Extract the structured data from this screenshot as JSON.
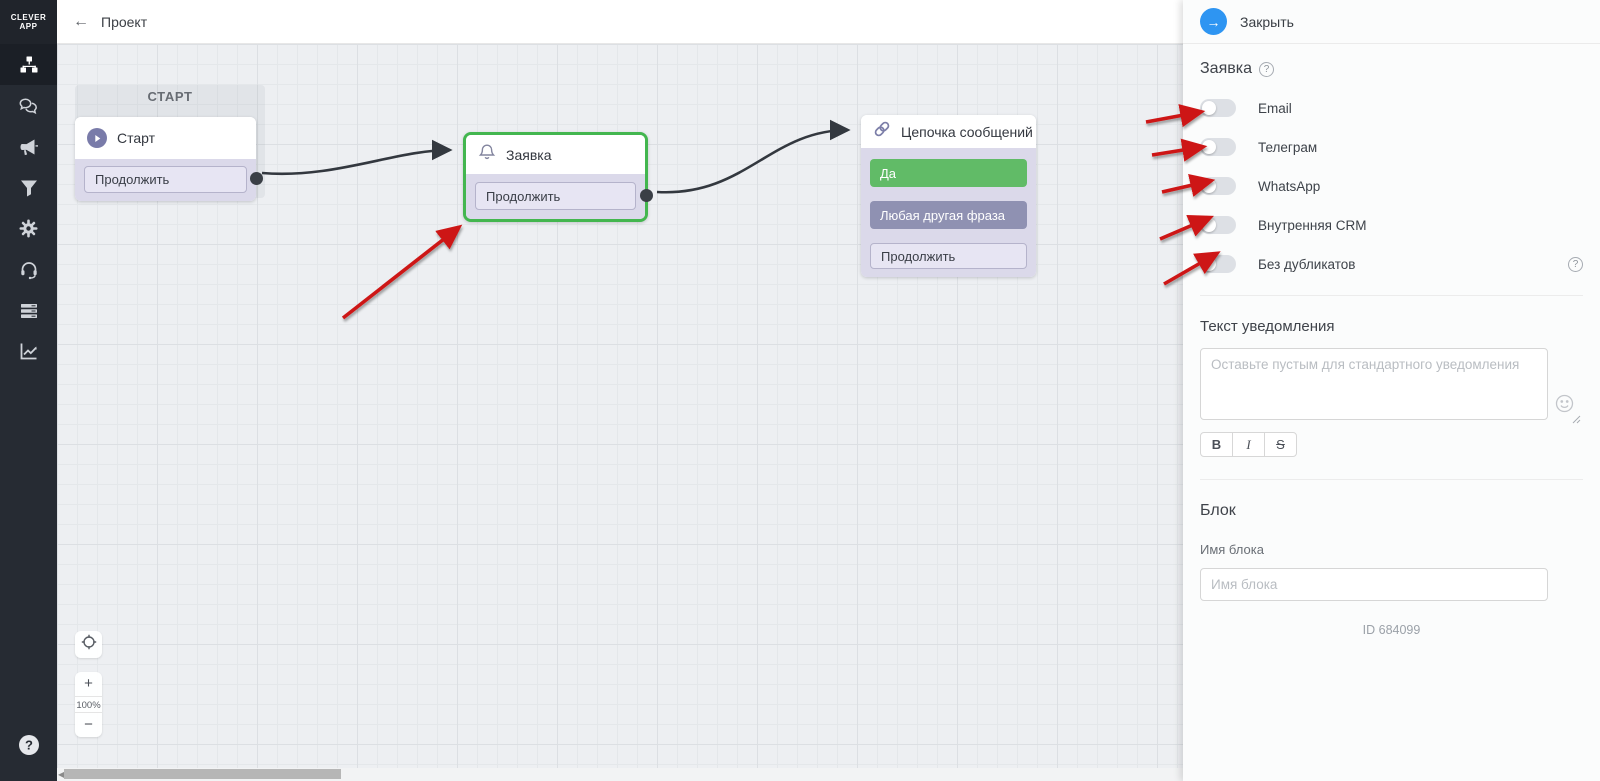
{
  "app": {
    "logo_line1": "CLEVER",
    "logo_line2": "APP"
  },
  "topbar": {
    "back_label": "Проект"
  },
  "sidebar": {
    "items": [
      {
        "icon": "flow-builder-icon",
        "active": true
      },
      {
        "icon": "chats-icon",
        "active": false
      },
      {
        "icon": "broadcast-megaphone-icon",
        "active": false
      },
      {
        "icon": "filter-icon",
        "active": false
      },
      {
        "icon": "settings-gear-icon",
        "active": false
      },
      {
        "icon": "support-headset-icon",
        "active": false
      },
      {
        "icon": "lists-icon",
        "active": false
      },
      {
        "icon": "stats-chart-icon",
        "active": false
      }
    ],
    "help_icon": "help-icon"
  },
  "canvas": {
    "group_label": "СТАРТ",
    "nodes": {
      "start": {
        "title": "Старт",
        "buttons": [
          "Продолжить"
        ]
      },
      "request": {
        "title": "Заявка",
        "buttons": [
          "Продолжить"
        ],
        "selected": true
      },
      "chain": {
        "title": "Цепочка сообщений",
        "buttons": [
          "Да",
          "Любая другая фраза",
          "Продолжить"
        ]
      }
    },
    "controls": {
      "zoom_in": "+",
      "zoom_level": "100%",
      "zoom_out": "−"
    }
  },
  "panel": {
    "close_label": "Закрыть",
    "section_title": "Заявка",
    "toggles": [
      {
        "label": "Email",
        "state": "off"
      },
      {
        "label": "Телеграм",
        "state": "off"
      },
      {
        "label": "WhatsApp",
        "state": "off"
      },
      {
        "label": "Внутренняя CRM",
        "state": "off"
      },
      {
        "label": "Без дубликатов",
        "state": "off",
        "has_help": true
      }
    ],
    "notification": {
      "title": "Текст уведомления",
      "placeholder": "Оставьте пустым для стандартного уведомления",
      "format_buttons": [
        "B",
        "I",
        "S"
      ]
    },
    "block": {
      "title": "Блок",
      "name_label": "Имя блока",
      "name_placeholder": "Имя блока",
      "id_text": "ID 684099"
    }
  },
  "colors": {
    "accent_blue": "#2e95f2",
    "selected_green": "#43b64f",
    "button_green": "#61bb67",
    "button_purple": "#8f91b2",
    "port_red": "#e27070",
    "port_dark": "#3a3f46",
    "annotation_red": "#cd1616"
  }
}
